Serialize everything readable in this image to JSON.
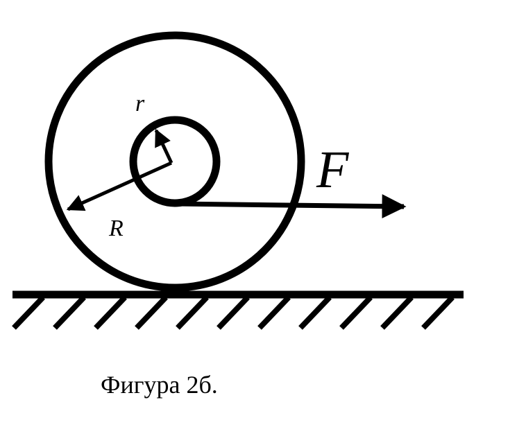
{
  "labels": {
    "inner_radius": "r",
    "outer_radius": "R",
    "force": "F"
  },
  "caption": "Фигура 2б.",
  "colors": {
    "ink": "#000000",
    "background": "#ffffff"
  },
  "ground_hatch_count": 11
}
